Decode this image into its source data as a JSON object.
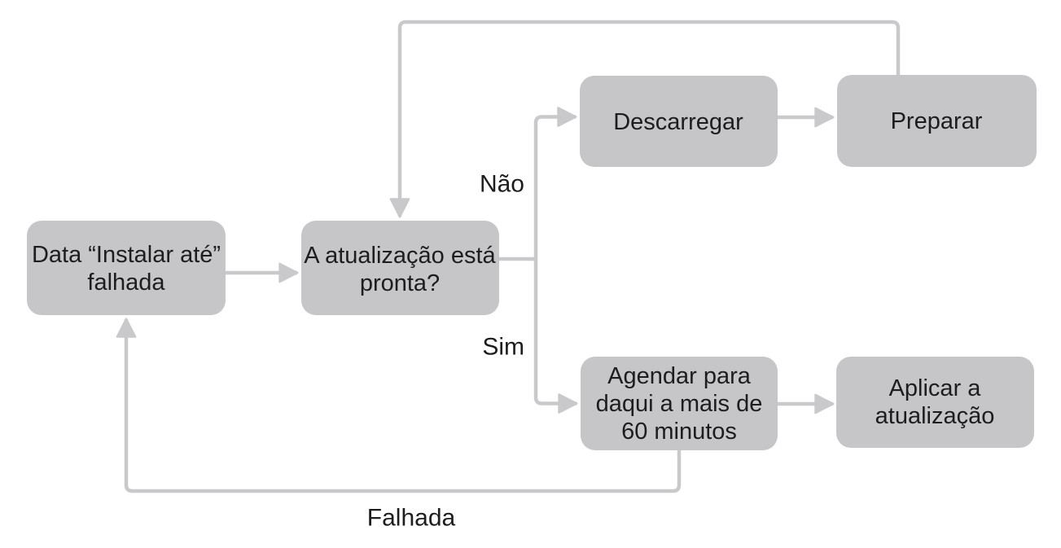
{
  "nodes": {
    "data_instalar_ate": {
      "lines": [
        "Data “Instalar até”",
        "falhada"
      ]
    },
    "atualizacao_pronta": {
      "lines": [
        "A atualização está",
        "pronta?"
      ]
    },
    "descarregar": {
      "lines": [
        "Descarregar"
      ]
    },
    "preparar": {
      "lines": [
        "Preparar"
      ]
    },
    "agendar": {
      "lines": [
        "Agendar para",
        "daqui a mais de",
        "60 minutos"
      ]
    },
    "aplicar": {
      "lines": [
        "Aplicar a",
        "atualização"
      ]
    }
  },
  "edge_labels": {
    "nao": "Não",
    "sim": "Sim",
    "falhada": "Falhada"
  },
  "colors": {
    "node_fill": "#c6c6c8",
    "connector": "#c9c9cb",
    "text": "#1d1d1f",
    "background": "#ffffff"
  }
}
